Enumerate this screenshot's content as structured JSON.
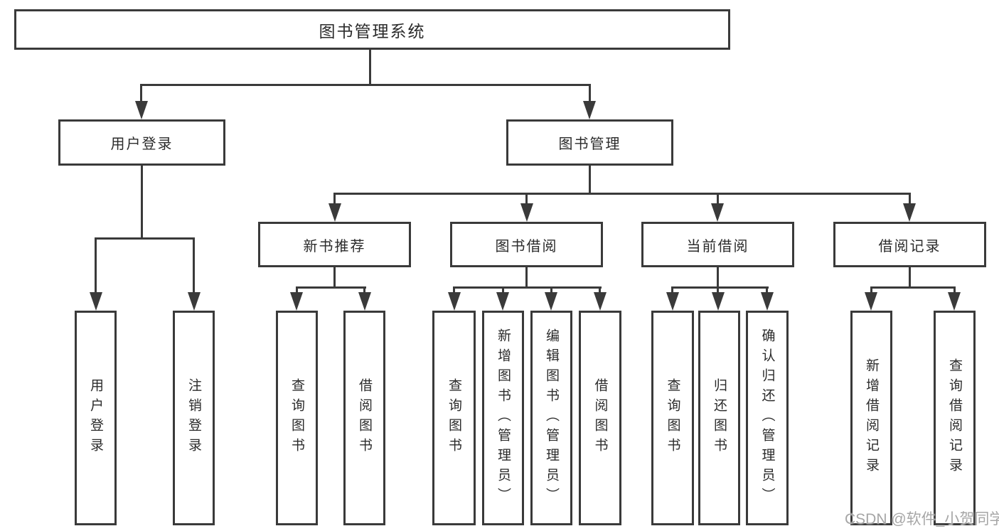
{
  "colors": {
    "line": "#3a3a3a",
    "text": "#2b2b2b",
    "watermark": "#a6a6a6",
    "background": "#ffffff"
  },
  "diagram": {
    "type": "tree",
    "root": {
      "label": "图书管理系统"
    },
    "level1": [
      {
        "id": "user-login",
        "label": "用户登录"
      },
      {
        "id": "book-management",
        "label": "图书管理"
      }
    ],
    "level2": [
      {
        "id": "new-book-recommend",
        "label": "新书推荐",
        "parent": "图书管理"
      },
      {
        "id": "book-borrow",
        "label": "图书借阅",
        "parent": "图书管理"
      },
      {
        "id": "current-borrow",
        "label": "当前借阅",
        "parent": "图书管理"
      },
      {
        "id": "borrow-record",
        "label": "借阅记录",
        "parent": "图书管理"
      }
    ],
    "leaves": {
      "user_login": [
        "用户登录",
        "注销登录"
      ],
      "new_book_recommend": [
        "查询图书",
        "借阅图书"
      ],
      "book_borrow": [
        "查询图书",
        "新增图书（管理员）",
        "编辑图书（管理员）",
        "借阅图书"
      ],
      "current_borrow": [
        "查询图书",
        "归还图书",
        "确认归还（管理员）"
      ],
      "borrow_record": [
        "新增借阅记录",
        "查询借阅记录"
      ]
    }
  },
  "watermark": {
    "text": "CSDN @软件_小贺同学"
  }
}
